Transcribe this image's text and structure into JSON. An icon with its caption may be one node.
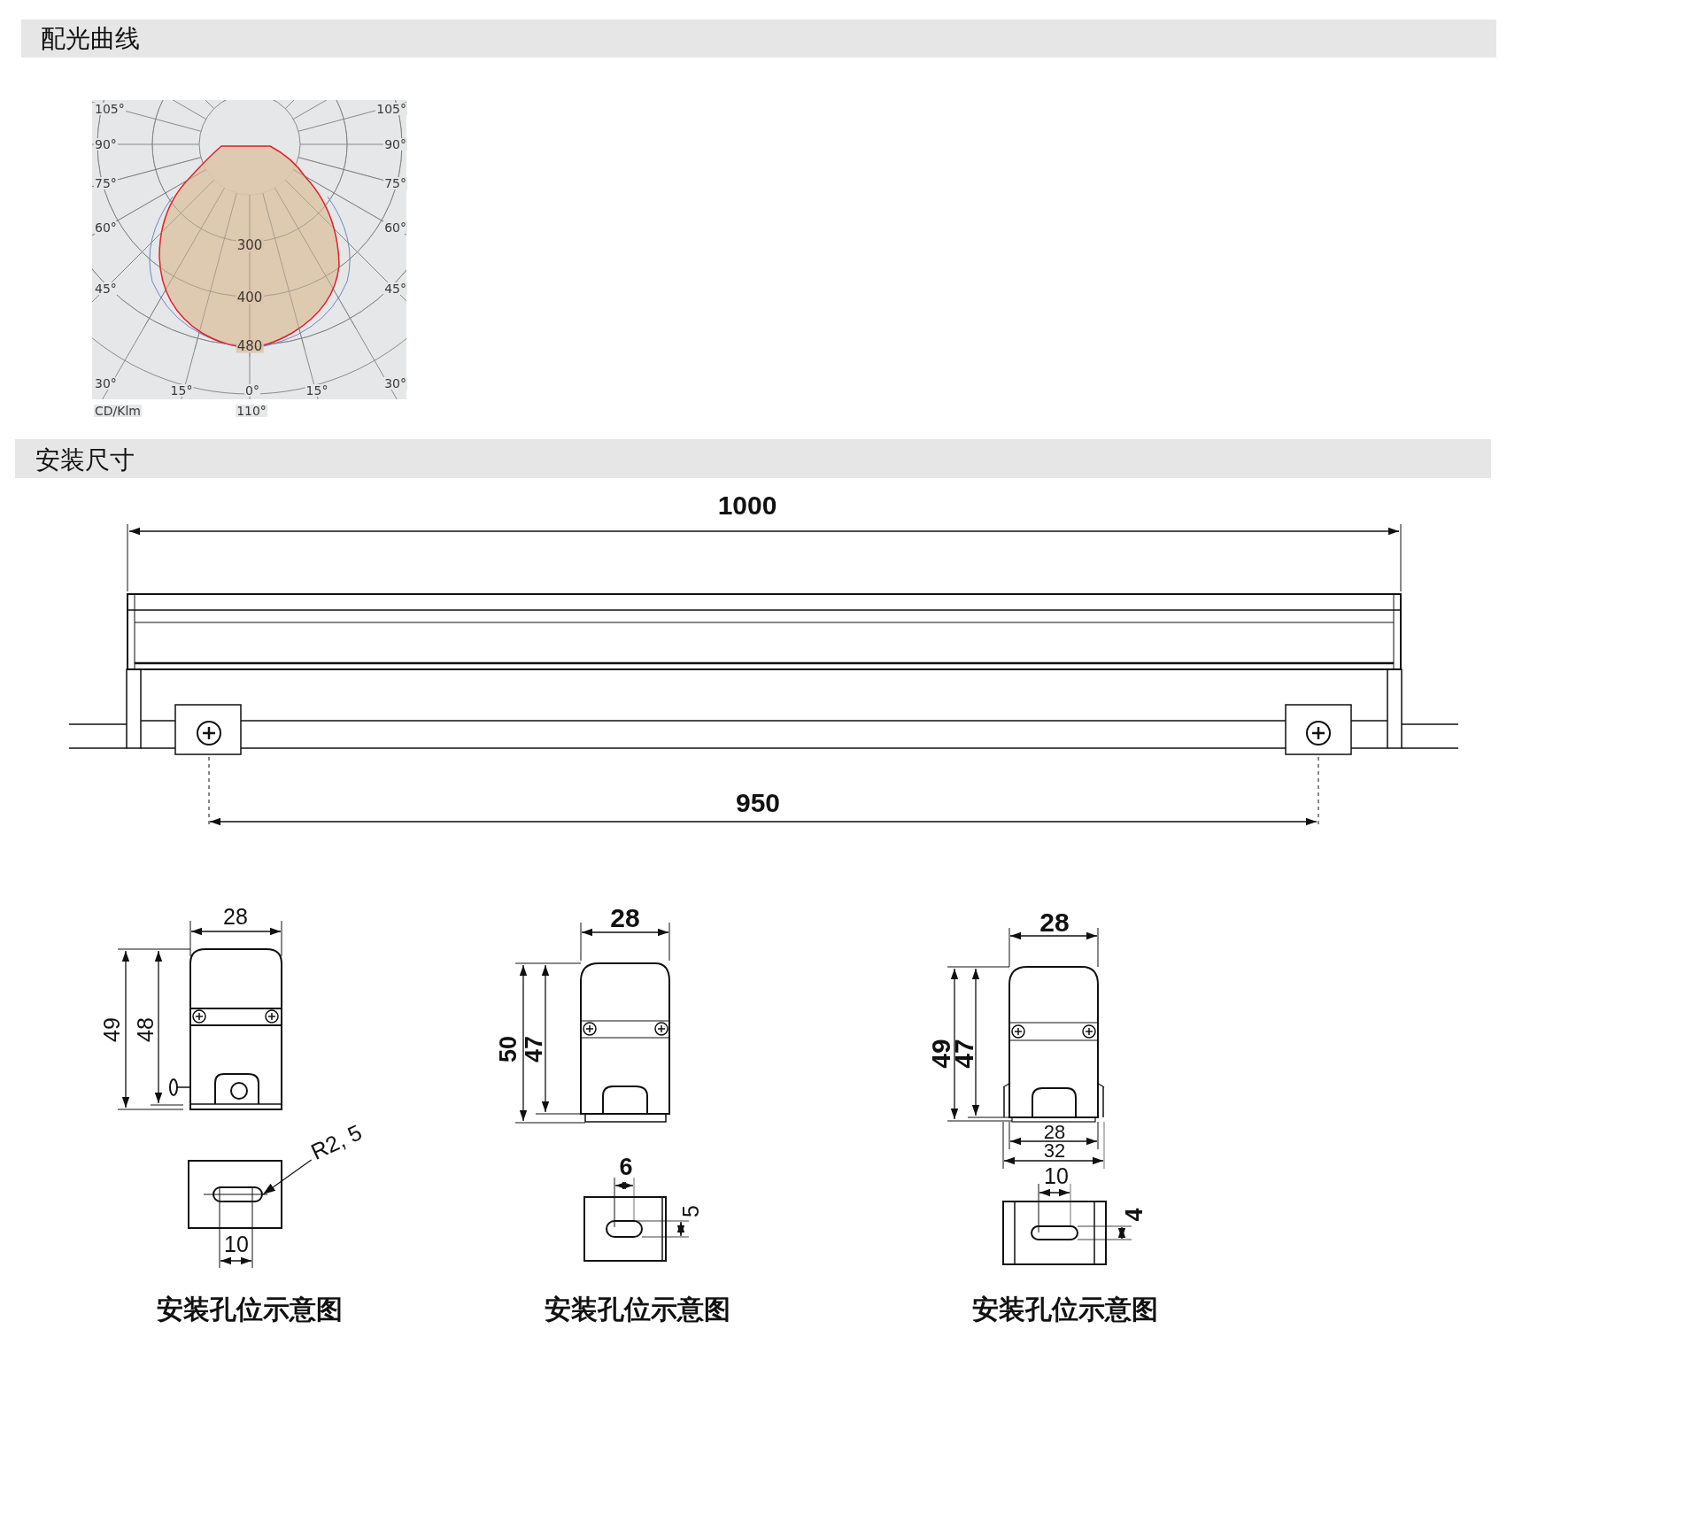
{
  "diagram": {
    "nodes": [
      {
        "text": [
          "R2, 5"
        ]
      },
      {
        "text": [],
        "shape": "slot"
      }
    ],
    "edges": [
      {
        "from": 0,
        "to": 1,
        "arrow": "to"
      }
    ],
    "labels": [
      "配光曲线",
      "105°",
      "105°",
      "90°",
      "90°",
      "75°",
      "75°",
      "60°",
      "60°",
      "300",
      "45°",
      "45°",
      "400",
      "480",
      "30°",
      "15°",
      "0°",
      "15°",
      "30°",
      "CD/Klm",
      "110°",
      "安装尺寸",
      "1000",
      "950",
      "28",
      "49",
      "48",
      "10",
      "安装孔位示意图",
      "28",
      "50",
      "47",
      "6",
      "5",
      "安装孔位示意图",
      "28",
      "49",
      "47",
      "28",
      "32",
      "10",
      "4",
      "安装孔位示意图"
    ]
  }
}
